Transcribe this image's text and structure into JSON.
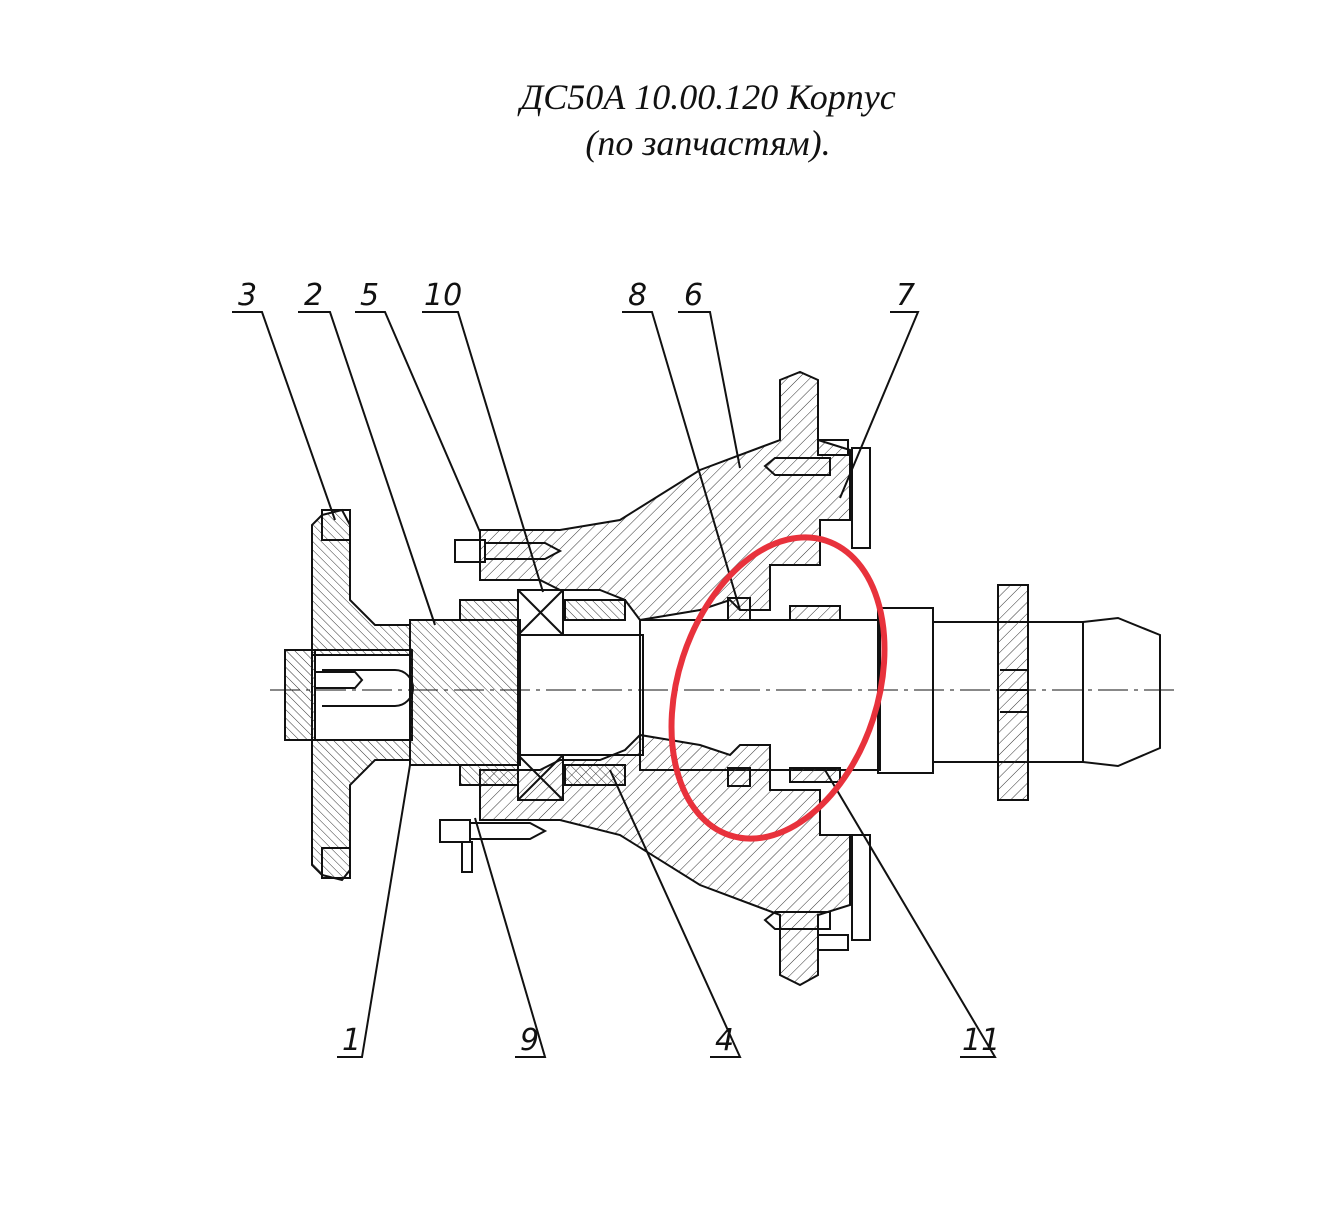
{
  "title": {
    "line1": "ДС50А 10.00.120 Корпус",
    "line2": "(по запчастям)."
  },
  "callouts": {
    "c3": "3",
    "c2": "2",
    "c5": "5",
    "c10": "10",
    "c8": "8",
    "c6": "6",
    "c7": "7",
    "c1": "1",
    "c9": "9",
    "c4": "4",
    "c11": "11"
  },
  "colors": {
    "line": "#111111",
    "highlight": "#e8323c"
  }
}
